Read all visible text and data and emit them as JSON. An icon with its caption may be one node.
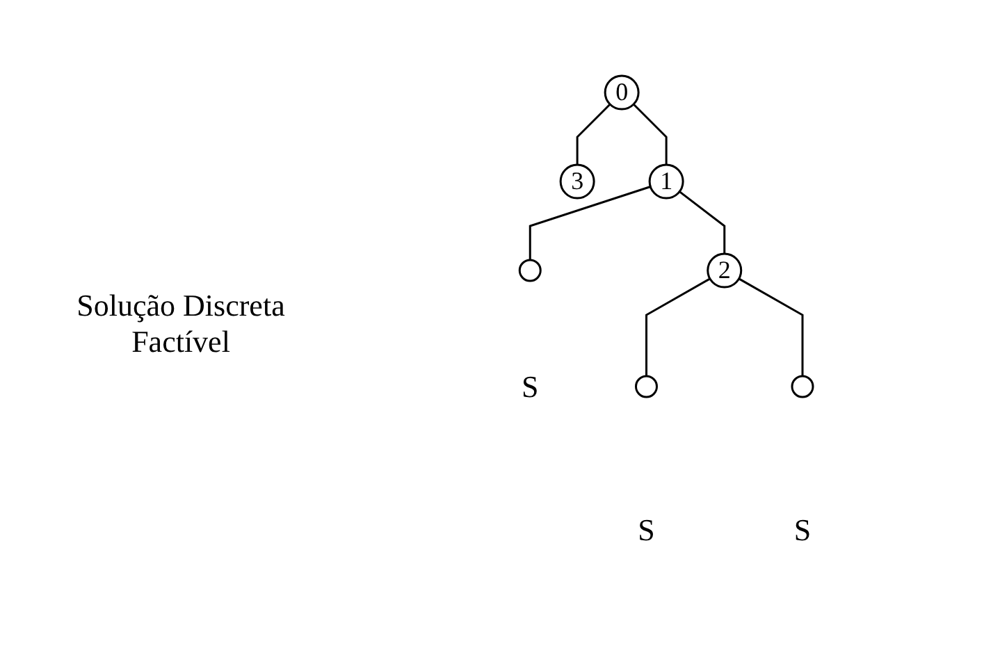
{
  "diagram": {
    "nodes": [
      {
        "text": [
          "0"
        ]
      },
      {
        "text": [
          "3"
        ]
      },
      {
        "text": [
          "1"
        ]
      },
      {
        "text": [
          "2"
        ]
      },
      {
        "text": [],
        "shape": "circle",
        "beside": [
          "S"
        ]
      },
      {
        "text": [],
        "shape": "circle",
        "beside": [
          "S"
        ]
      },
      {
        "text": [],
        "shape": "circle",
        "beside": [
          "S"
        ]
      }
    ],
    "edges": [
      {
        "from": 0,
        "to": 1,
        "arrow": "none"
      },
      {
        "from": 0,
        "to": 2,
        "arrow": "none"
      },
      {
        "from": 2,
        "to": 3,
        "arrow": "none"
      },
      {
        "from": 2,
        "to": 4,
        "arrow": "none"
      },
      {
        "from": 3,
        "to": 5,
        "arrow": "none"
      },
      {
        "from": 3,
        "to": 6,
        "arrow": "none"
      }
    ],
    "labels": [
      "Solução Discreta Factível"
    ]
  }
}
